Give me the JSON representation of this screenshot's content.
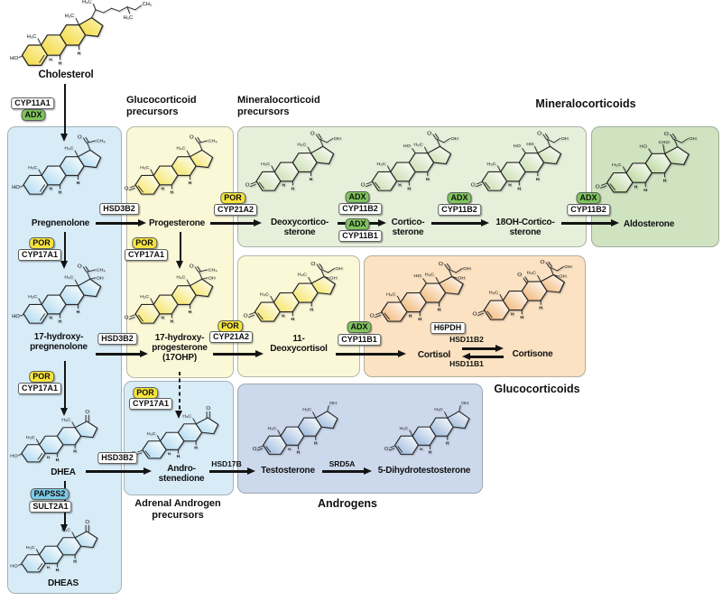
{
  "palette": {
    "blue_box": "#d8ecf8",
    "yellow_box": "#fbf8d8",
    "green_box": "#e6efda",
    "dark_green_box": "#cfe3c0",
    "orange_box": "#fbe2c2",
    "periwinkle_box": "#ccd8ec",
    "por_chip": "#f6e43c",
    "adx_chip": "#7fc45c",
    "papss2_chip": "#7ecbe8",
    "arrow_color": "#141414"
  },
  "sections": {
    "glucocorticoid_precursors": [
      "Glucocorticoid",
      "precursors"
    ],
    "mineralocorticoid_precursors": [
      "Mineralocorticoid",
      "precursors"
    ],
    "mineralocorticoids": "Mineralocorticoids",
    "glucocorticoids": "Glucocorticoids",
    "androgens": "Androgens",
    "adrenal_androgen_precursors": [
      "Adrenal Androgen",
      "precursors"
    ]
  },
  "molecules": {
    "cholesterol": "Cholesterol",
    "pregnenolone": "Pregnenolone",
    "progesterone": "Progesterone",
    "deoxycorticosterone": [
      "Deoxycortico-",
      "sterone"
    ],
    "corticosterone": [
      "Cortico-",
      "sterone"
    ],
    "oh18_corticosterone": [
      "18OH-Cortico-",
      "sterone"
    ],
    "aldosterone": "Aldosterone",
    "oh17_pregnenolone": [
      "17-hydroxy-",
      "pregnenolone"
    ],
    "oh17_progesterone": [
      "17-hydroxy-",
      "progesterone",
      "(17OHP)"
    ],
    "deoxycortisol_11": [
      "11-",
      "Deoxycortisol"
    ],
    "cortisol": "Cortisol",
    "cortisone": "Cortisone",
    "dhea": "DHEA",
    "dheas": "DHEAS",
    "androstenedione": [
      "Andro-",
      "stenedione"
    ],
    "testosterone": "Testosterone",
    "dihydrotestosterone": "5-Dihydrotestosterone"
  },
  "enzymes": {
    "cyp11a1": "CYP11A1",
    "adx": "ADX",
    "hsd3b2": "HSD3B2",
    "por": "POR",
    "cyp17a1": "CYP17A1",
    "cyp21a2": "CYP21A2",
    "cyp11b2": "CYP11B2",
    "cyp11b1": "CYP11B1",
    "h6pdh": "H6PDH",
    "hsd11b2": "HSD11B2",
    "hsd11b1": "HSD11B1",
    "hsd17b": "HSD17B",
    "srd5a": "SRD5A",
    "papss2": "PAPSS2",
    "sult2a1": "SULT2A1"
  },
  "structures": {
    "cholesterol": {
      "tint": "#f1d93c",
      "light": "#fcf4b8",
      "left": "HO",
      "top": "tail"
    },
    "pregnenolone": {
      "tint": "#a9d7ef",
      "left": "HO",
      "top": "acetyl"
    },
    "progesterone": {
      "tint": "#f3e35a",
      "left": "O",
      "top": "acetyl"
    },
    "oh17_pregnenolone": {
      "tint": "#a9d7ef",
      "left": "HO",
      "top": "acetyl_oh"
    },
    "oh17_progesterone": {
      "tint": "#f3e35a",
      "left": "O",
      "top": "acetyl_oh"
    },
    "deoxycorticosterone": {
      "tint": "#c7dba9",
      "left": "O",
      "top": "chain"
    },
    "corticosterone": {
      "tint": "#c7dba9",
      "left": "O",
      "top": "chain",
      "c11": "HO"
    },
    "oh18_corticosterone": {
      "tint": "#c7dba9",
      "left": "O",
      "top": "chain",
      "c11": "HO",
      "c18": "HO"
    },
    "aldosterone": {
      "tint": "#b4d291",
      "left": "O",
      "top": "chain",
      "c11": "HO",
      "c18": "CHO"
    },
    "deoxycortisol_11": {
      "tint": "#f3e35a",
      "left": "O",
      "top": "chain_oh"
    },
    "cortisol": {
      "tint": "#f1b26e",
      "left": "O",
      "top": "chain_oh",
      "c11": "HO"
    },
    "cortisone": {
      "tint": "#f1b26e",
      "left": "O",
      "top": "chain_oh",
      "c11": "O"
    },
    "dhea": {
      "tint": "#a9d7ef",
      "left": "HO",
      "top": "keto17"
    },
    "dheas": {
      "tint": "#a9d7ef",
      "left": "HO",
      "top": "keto17"
    },
    "androstenedione": {
      "tint": "#a9d7ef",
      "left": "O",
      "top": "keto17"
    },
    "testosterone": {
      "tint": "#93b2da",
      "left": "O",
      "top": "ol17"
    },
    "dihydrotestosterone": {
      "tint": "#93b2da",
      "left": "O",
      "top": "ol17"
    }
  }
}
